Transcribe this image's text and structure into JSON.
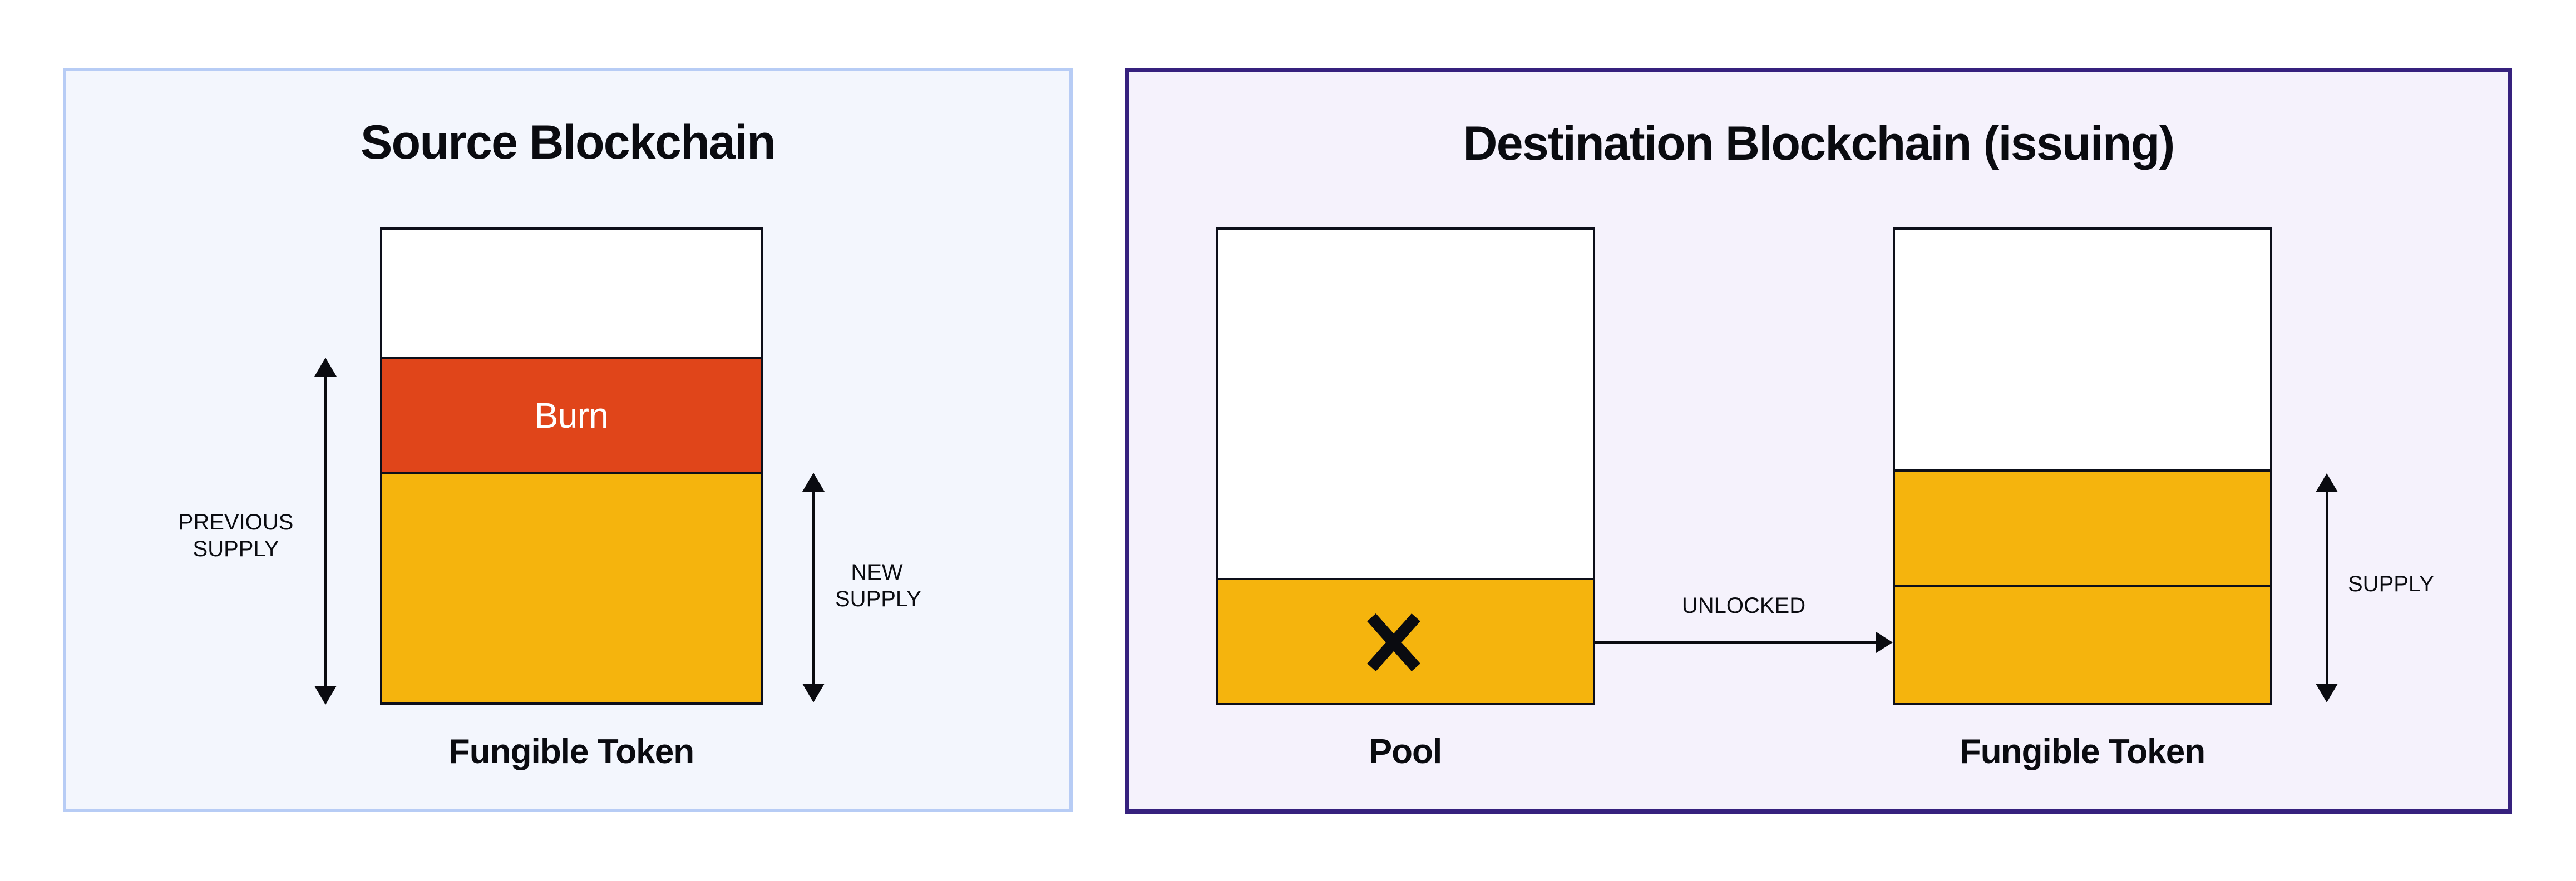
{
  "diagram": {
    "kind": "token-bridge-burn-and-unlock-diagram"
  },
  "colors": {
    "canvas_background": "#ffffff",
    "supply_yellow": "#f5b40d",
    "burn_red": "#e0451a",
    "bar_outline": "#0d0f1a",
    "source_panel_border": "#b7ccf5",
    "source_panel_background": "#f3f6fd",
    "destination_panel_border": "#36217e",
    "destination_panel_background": "#f5f2fc",
    "text": "#0a0b10",
    "burn_text": "#ffffff"
  },
  "icons": {
    "previous_supply_arrow": "vertical-double-arrow-icon",
    "new_supply_arrow": "vertical-double-arrow-icon",
    "supply_arrow": "vertical-double-arrow-icon",
    "unlocked_arrow": "right-arrow-icon",
    "pool_cross": "cross-x-icon"
  },
  "source_panel": {
    "title": "Source Blockchain",
    "bar_caption": "Fungible Token",
    "burn_label": "Burn",
    "previous_supply": {
      "line1": "PREVIOUS",
      "line2": "SUPPLY"
    },
    "new_supply": {
      "line1": "NEW",
      "line2": "SUPPLY"
    }
  },
  "destination_panel": {
    "title": "Destination Blockchain (issuing)",
    "pool_caption": "Pool",
    "bar_caption": "Fungible Token",
    "unlocked_label": "UNLOCKED",
    "supply_label": "SUPPLY"
  }
}
